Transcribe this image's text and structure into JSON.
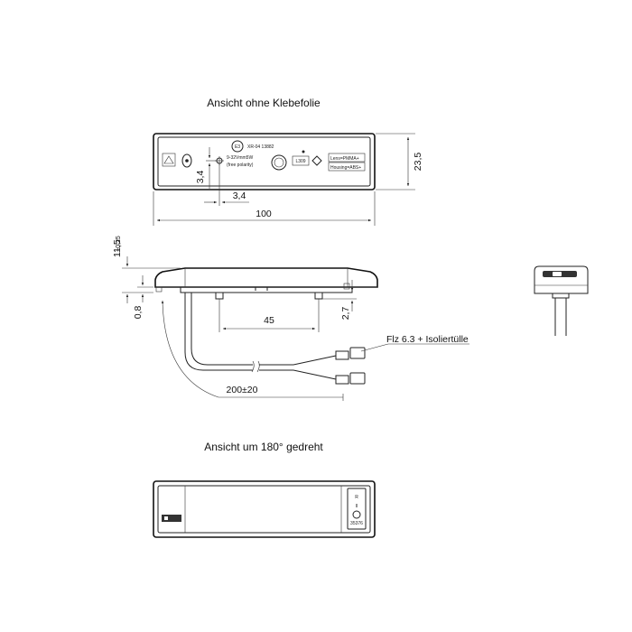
{
  "titles": {
    "top_view": "Ansicht ohne Klebefolie",
    "bottom_view": "Ansicht um 180° gedreht"
  },
  "dimensions": {
    "height_23_5": "23,5",
    "width_100": "100",
    "offset_3_4_v": "3,4",
    "offset_3_4_h": "3,4",
    "thickness_11_5": "11,5",
    "thickness_tol": "±0,25",
    "base_0_8": "0,8",
    "pin_spacing_45": "45",
    "pin_height_2_7": "2,7",
    "cable_length": "200±20",
    "connector_label": "Flz 6.3 + Isoliertülle"
  },
  "plate_text": {
    "approval": "XR-04  13882",
    "voltage": "9-32Vmm5W",
    "tags": "(free polarity)",
    "model": "L309",
    "lens": "Lens=PMMA+",
    "housing": "Housing=ABS+",
    "label_r": "R",
    "label_num": "35376"
  }
}
